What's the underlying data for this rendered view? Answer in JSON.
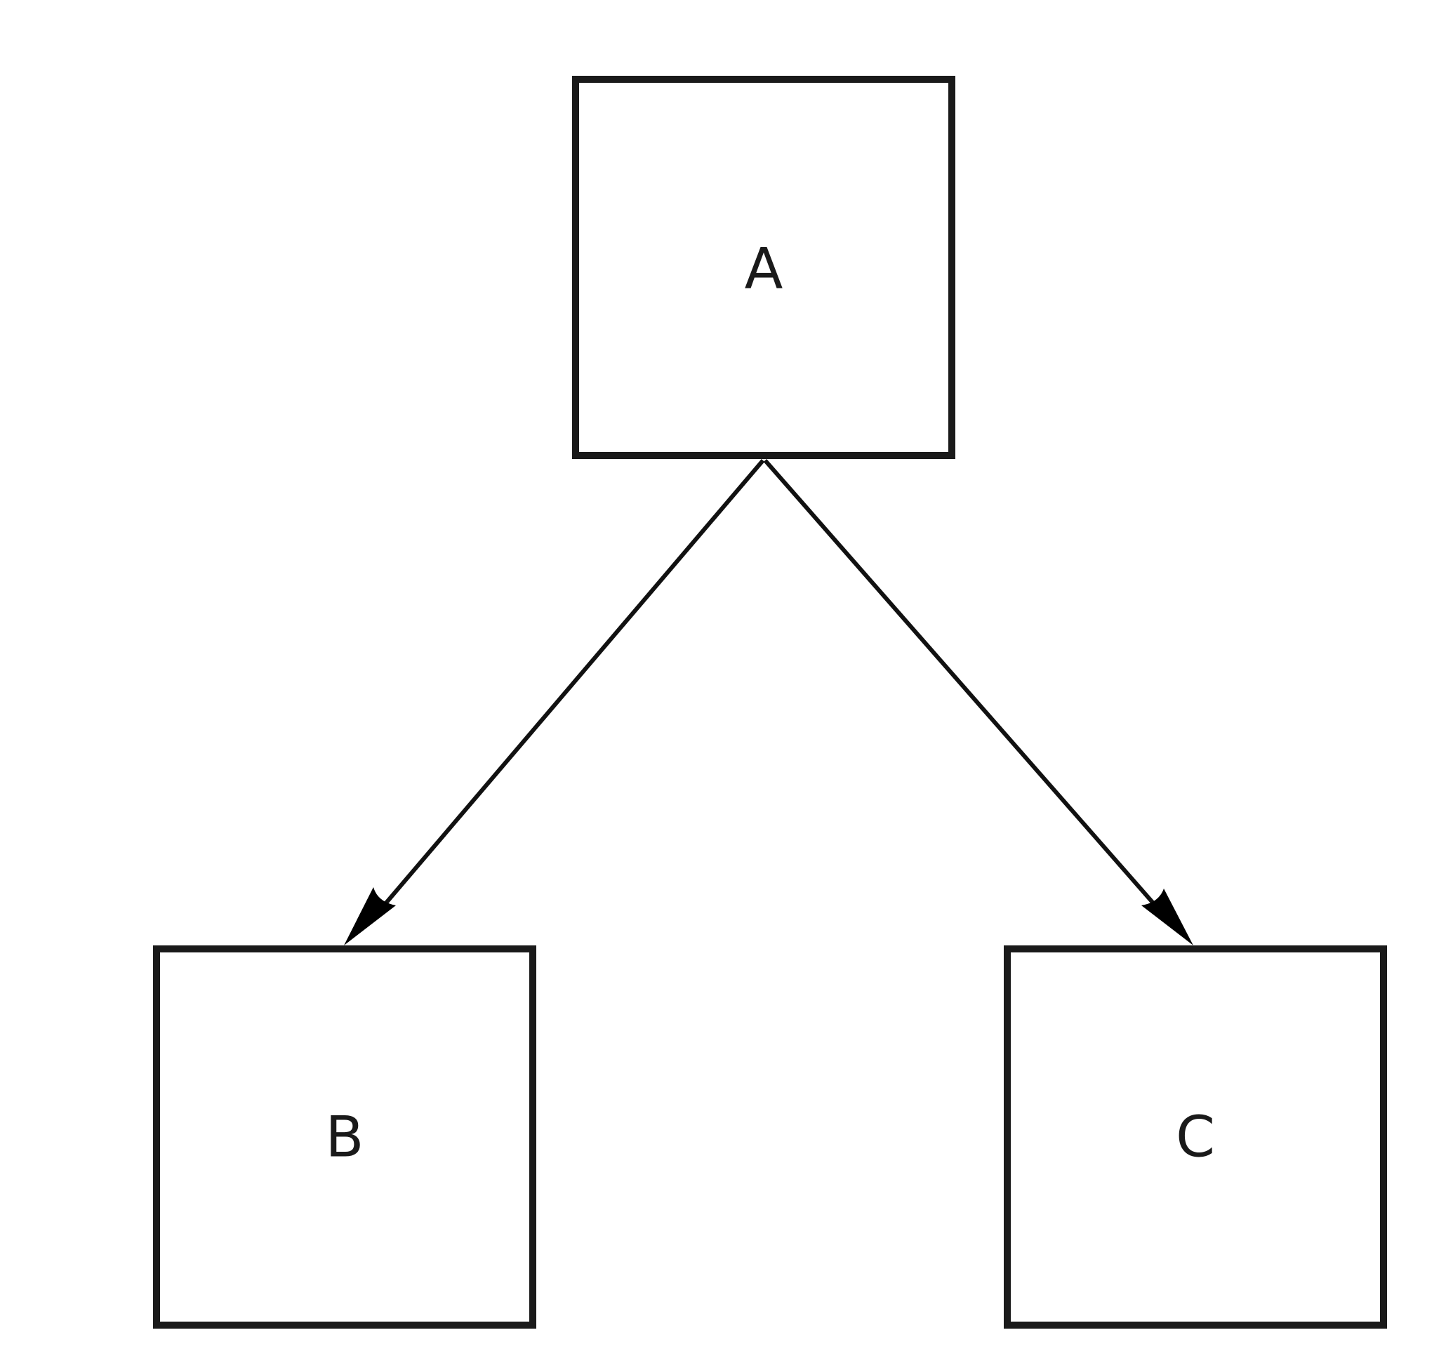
{
  "diagram": {
    "type": "tree",
    "nodes": [
      {
        "id": "A",
        "label": "A"
      },
      {
        "id": "B",
        "label": "B"
      },
      {
        "id": "C",
        "label": "C"
      }
    ],
    "edges": [
      {
        "from": "A",
        "to": "B"
      },
      {
        "from": "A",
        "to": "C"
      }
    ],
    "colors": {
      "stroke": "#1a1a1a",
      "arrow": "#000000",
      "background": "#ffffff"
    }
  }
}
